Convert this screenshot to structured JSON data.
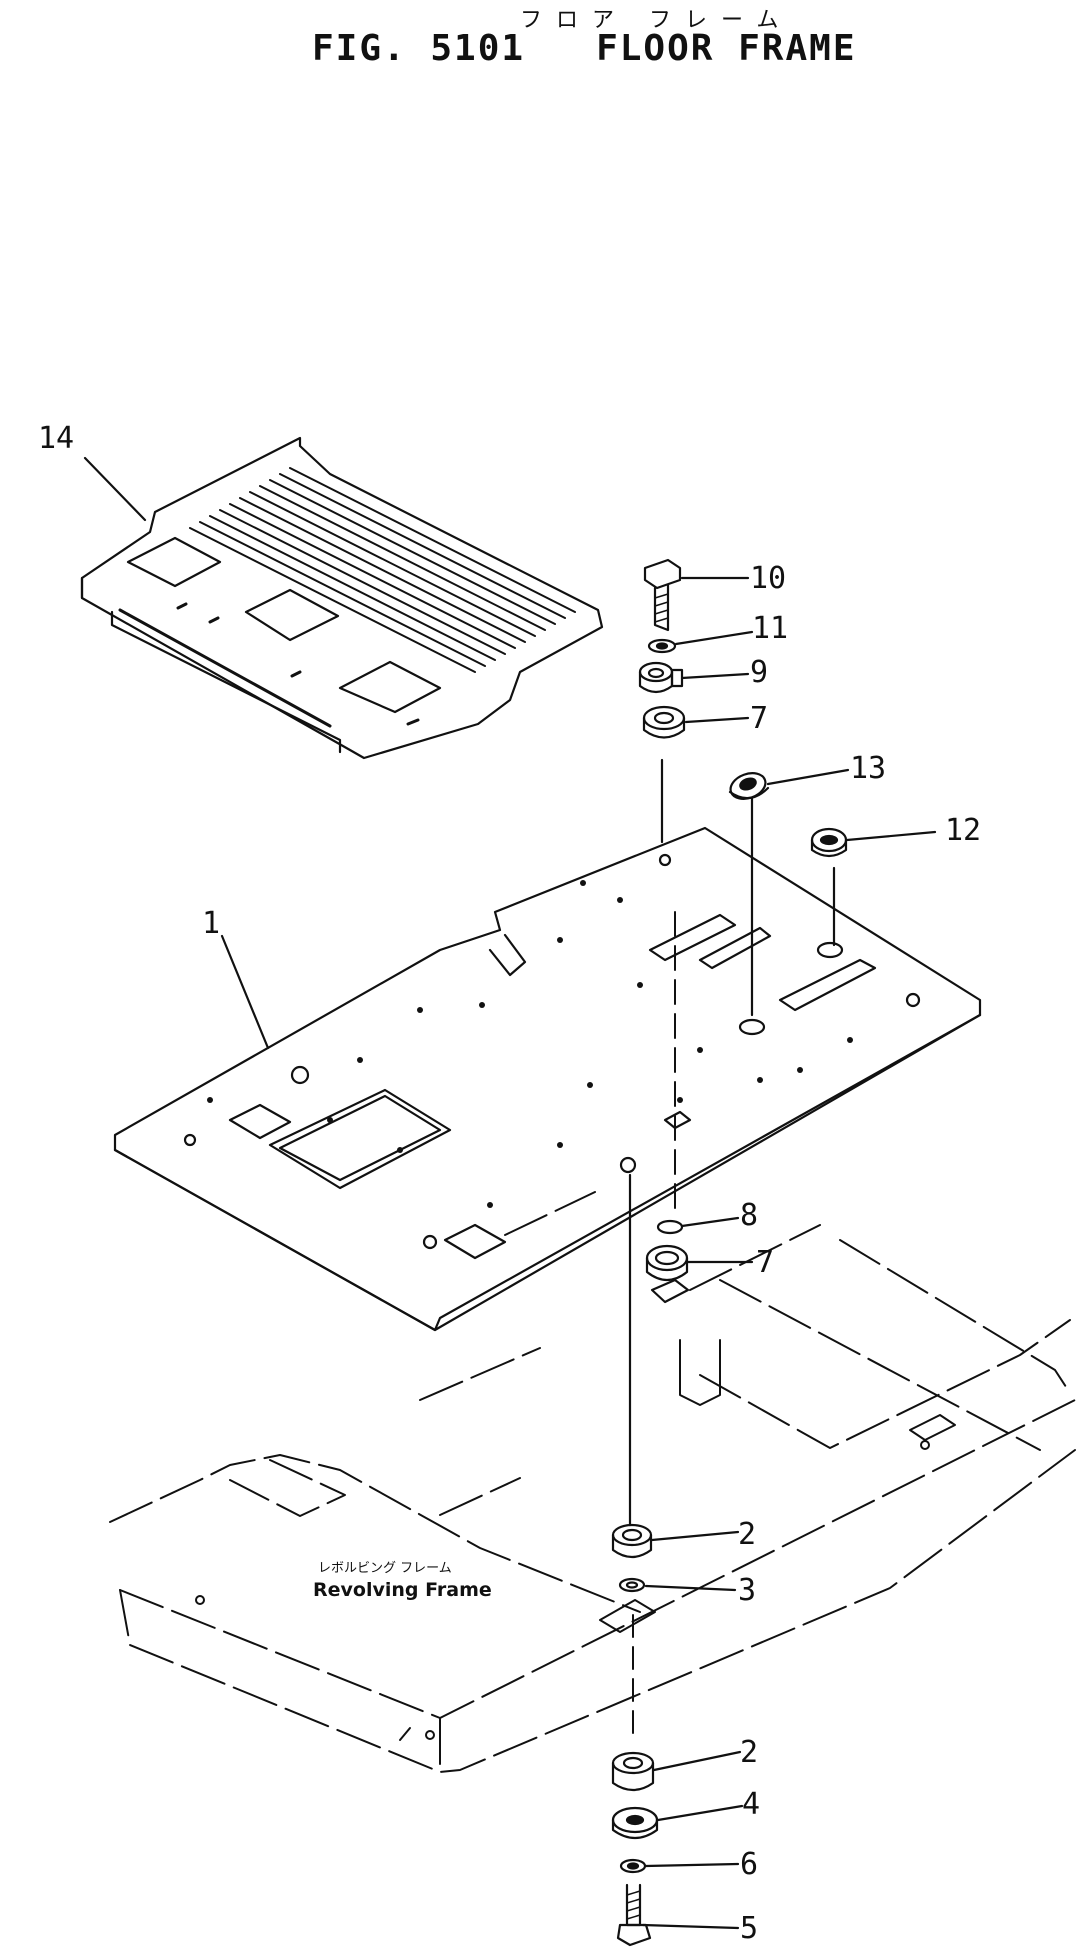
{
  "figure": {
    "title_kana": "フロア フレーム",
    "title": "FIG. 5101   FLOOR FRAME"
  },
  "subassembly": {
    "label_kana": "レボルビング フレーム",
    "label": "Revolving Frame"
  },
  "callouts": [
    {
      "id": "14",
      "label": "14"
    },
    {
      "id": "10",
      "label": "10"
    },
    {
      "id": "11",
      "label": "11"
    },
    {
      "id": "9",
      "label": "9"
    },
    {
      "id": "7a",
      "label": "7"
    },
    {
      "id": "13",
      "label": "13"
    },
    {
      "id": "12",
      "label": "12"
    },
    {
      "id": "1",
      "label": "1"
    },
    {
      "id": "8",
      "label": "8"
    },
    {
      "id": "7b",
      "label": "7"
    },
    {
      "id": "2a",
      "label": "2"
    },
    {
      "id": "3",
      "label": "3"
    },
    {
      "id": "2b",
      "label": "2"
    },
    {
      "id": "4",
      "label": "4"
    },
    {
      "id": "6",
      "label": "6"
    },
    {
      "id": "5",
      "label": "5"
    }
  ]
}
